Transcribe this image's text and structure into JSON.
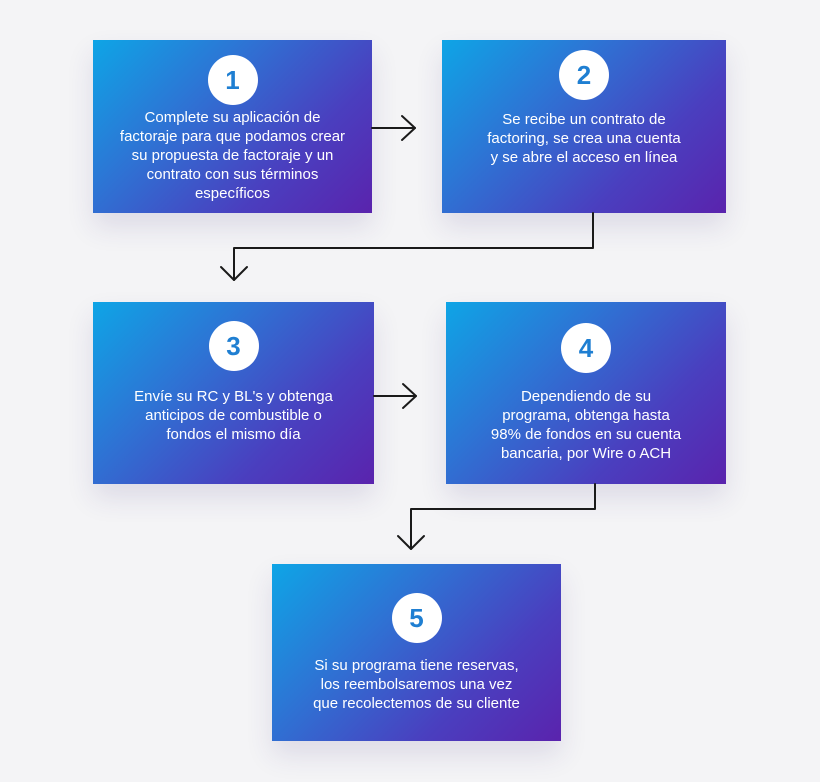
{
  "steps": [
    {
      "number": "1",
      "lines": [
        "Complete su aplicación de",
        "factoraje para que podamos crear",
        "su propuesta de factoraje y un",
        "contrato con sus términos",
        "específicos"
      ]
    },
    {
      "number": "2",
      "lines": [
        "Se recibe un contrato de",
        "factoring, se crea una cuenta",
        "y se abre el acceso en línea"
      ]
    },
    {
      "number": "3",
      "lines": [
        "Envíe su RC y BL's y obtenga",
        "anticipos de combustible o",
        "fondos el mismo día"
      ]
    },
    {
      "number": "4",
      "lines": [
        "Dependiendo de su",
        "programa, obtenga hasta",
        "98% de fondos en su cuenta",
        "bancaria, por Wire o ACH"
      ]
    },
    {
      "number": "5",
      "lines": [
        "Si su programa tiene reservas,",
        "los reembolsaremos una vez",
        "que recolectemos de su cliente"
      ]
    }
  ],
  "colors": {
    "gradient_start": "#0ea5e6",
    "gradient_end": "#5a23ad",
    "number_color": "#1f7fd2",
    "arrow_color": "#1a1a1a",
    "background": "#f4f4f6"
  }
}
